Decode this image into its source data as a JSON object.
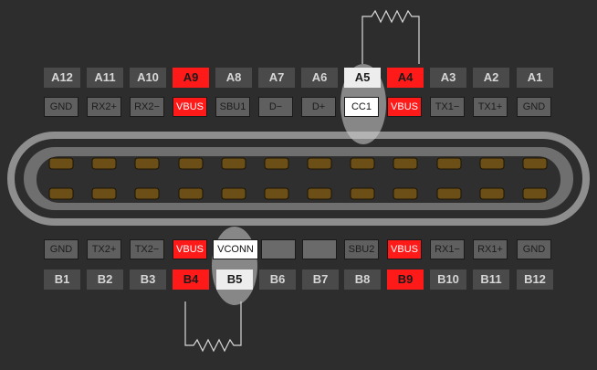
{
  "top_row": {
    "pins": [
      "A12",
      "A11",
      "A10",
      "A9",
      "A8",
      "A7",
      "A6",
      "A5",
      "A4",
      "A3",
      "A2",
      "A1"
    ],
    "functions": [
      "GND",
      "RX2+",
      "RX2−",
      "VBUS",
      "SBU1",
      "D−",
      "D+",
      "CC1",
      "VBUS",
      "TX1−",
      "TX1+",
      "GND"
    ]
  },
  "bottom_row": {
    "functions": [
      "GND",
      "TX2+",
      "TX2−",
      "VBUS",
      "VCONN",
      "",
      "",
      "SBU2",
      "VBUS",
      "RX1−",
      "RX1+",
      "GND"
    ],
    "pins": [
      "B1",
      "B2",
      "B3",
      "B4",
      "B5",
      "B6",
      "B7",
      "B8",
      "B9",
      "B10",
      "B11",
      "B12"
    ]
  },
  "colors": {
    "background": "#2d2d2d",
    "vbus": "#ff1a1a",
    "highlight": "#ffffff",
    "contact": "#6b4f16"
  },
  "icons": [
    "resistor-icon-top",
    "resistor-icon-bottom",
    "highlight-ellipse-cc1",
    "highlight-ellipse-b5"
  ]
}
